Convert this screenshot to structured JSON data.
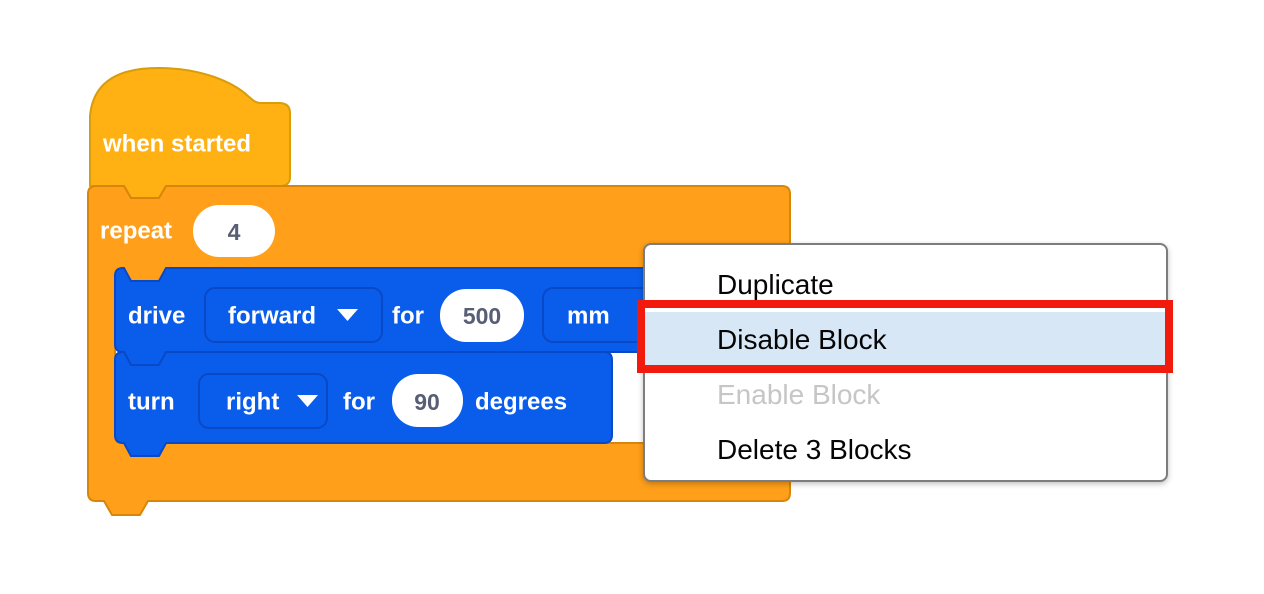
{
  "workspace": {
    "background": "#FFFFFF",
    "blocks": {
      "when_started": {
        "label": "when started"
      },
      "repeat": {
        "label": "repeat",
        "count": "4"
      },
      "drive": {
        "verb": "drive",
        "direction": "forward",
        "for_label": "for",
        "distance": "500",
        "unit": "mm"
      },
      "turn": {
        "verb": "turn",
        "direction": "right",
        "for_label": "for",
        "angle": "90",
        "unit_label": "degrees"
      }
    }
  },
  "context_menu": {
    "items": [
      {
        "label": "Duplicate",
        "enabled": true,
        "highlighted": false
      },
      {
        "label": "Disable Block",
        "enabled": true,
        "highlighted": true
      },
      {
        "label": "Enable Block",
        "enabled": false,
        "highlighted": false
      },
      {
        "label": "Delete 3 Blocks",
        "enabled": true,
        "highlighted": false
      }
    ]
  },
  "annotation": {
    "type": "red-highlight-box",
    "target": "Disable Block"
  },
  "icons": {
    "dropdown_arrow": "triangle-down"
  },
  "colors": {
    "hat_block": "#FFB114",
    "repeat_block": "#FF9F1A",
    "drive_blocks": "#0A5DEB",
    "number_text": "#575E75",
    "menu_highlight": "#D8E7F6",
    "annotation_red": "#F2190D",
    "disabled_text": "#C6C6C6"
  }
}
